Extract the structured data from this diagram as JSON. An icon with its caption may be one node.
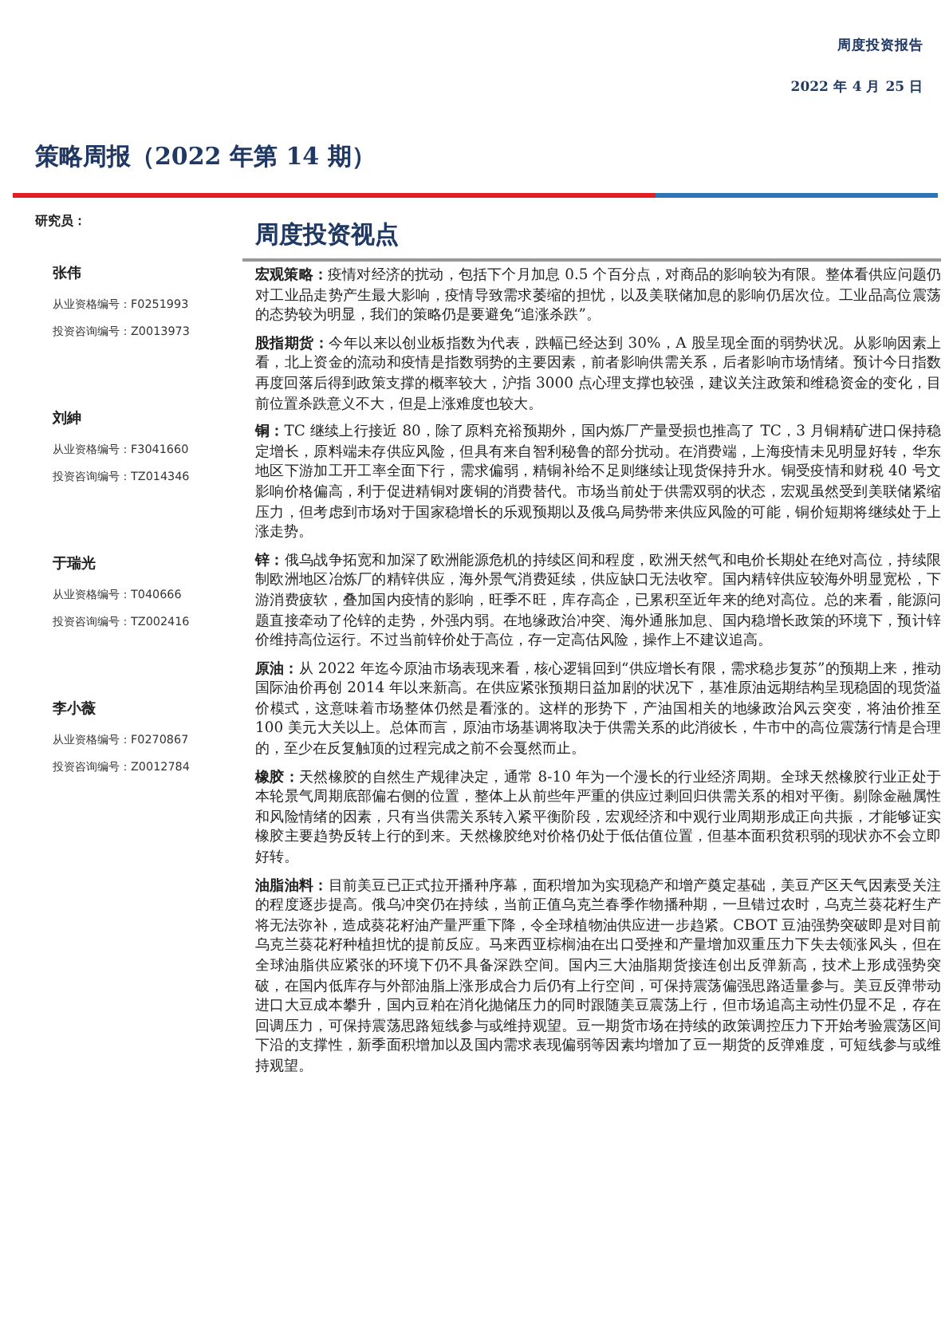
{
  "diagram": {
    "title": "策略周报（2022 年第 14 期）",
    "labels": [
      "周度投资报告",
      "2022 年 4 月 25 日",
      "研究员：",
      "周度投资视点",
      "张伟",
      "从业资格编号：F0251993",
      "投资咨询编号：Z0013973",
      "刘紳",
      "从业资格编号：F3041660",
      "投资咨询编号：TZ014346",
      "于瑞光",
      "从业资格编号：T040666",
      "投资咨询编号：TZ002416",
      "李小薇",
      "从业资格编号：F0270867",
      "投资咨询编号：Z0012784",
      "**宏观策略：**疫情对经济的扰动，包括下个月加息 0.5 个百分点，对商品的影响较为有限。整体看供应问题仍对工业品走势产生最大影响，疫情导致需求萎缩的担忧，以及美联储加息的影响仍居次位。工业品高位震荡的态势较为明显，我们的策略仍是要避免“追涨杀跌”。",
      "**股指期货：**今年以来以创业板指数为代表，跌幅已经达到 30%，A 股呈现全面的弱势状况。从影响因素上看，北上资金的流动和疫情是指数弱势的主要因素，前者影响供需关系，后者影响市场情绪。预计今日指数再度回落后得到政策支撑的概率较大，沪指 3000 点心理支撑也较强，建议关注政策和维稳资金的变化，目前位置杀跌意义不大，但是上涨难度也较大。",
      "**铜：**TC 继续上行接近 80，除了原料充裕预期外，国内炼厂产量受损也推高了 TC，3 月铜精矿进口保持稳定增长，原料端未存供应风险，但具有来自智利秘鲁的部分扰动。在消费端，上海疫情未见明显好转，华东地区下游加工开工率全面下行，需求偏弱，精铜补给不足则继续让现货保持升水。铜受疫情和财税 40 号文影响价格偏高，利于促进精铜对废铜的消费替代。市场当前处于供需双弱的状态，宏观虽然受到美联储紧缩压力，但考虑到市场对于国家稳增长的乐观预期以及俄乌局势带来供应风险的可能，铜价短期将继续处于上涨走势。",
      "**锌：**俄乌战争拓宽和加深了欧洲能源危机的持续区间和程度，欧洲天然气和电价长期处在绝对高位，持续限制欧洲地区冶炼厂的精锌供应，海外景气消费延续，供应缺口无法收窄。国内精锌供应较海外明显宽松，下游消费疲软，叠加国内疫情的影响，旺季不旺，库存高企，已累积至近年来的绝对高位。总的来看，能源问题直接牵动了伦锌的走势，外强内弱。在地缘政治冲突、海外通胀加息、国内稳增长政策的环境下，预计锌价维持高位运行。不过当前锌价处于高位，存一定高估风险，操作上不建议追高。",
      "**原油：**从 2022 年迄今原油市场表现来看，核心逻辑回到“供应增长有限，需求稳步复苏”的预期上来，推动国际油价再创 2014 年以来新高。在供应紧张预期日益加剧的状况下，基准原油远期结构呈现稳固的现货溢价模式，这意味着市场整体仍然是看涨的。这样的形势下，产油国相关的地缘政治风云突变，将油价推至 100 美元大关以上。总体而言，原油市场基调将取决于供需关系的此消彼长，牛市中的高位震荡行情是合理的，至少在反复触顶的过程完成之前不会戛然而止。",
      "**橡胶：**天然橡胶的自然生产规律决定，通常 8-10 年为一个漫长的行业经济周期。全球天然橡胶行业正处于本轮景气周期底部偏右侧的位置，整体上从前些年严重的供应过剩回归供需关系的相对平衡。剔除金融属性和风险情绪的因素，只有当供需关系转入紧平衡阶段，宏观经济和中观行业周期形成正向共振，才能够证实橡胶主要趋势反转上行的到来。天然橡胶绝对价格仍处于低估值位置，但基本面积贫积弱的现状亦不会立即好转。",
      "**油脂油料：**目前美豆已正式拉开播种序幕，面积增加为实现稳产和增产奠定基础，美豆产区天气因素受关注的程度逐步提高。俄乌冲突仍在持续，当前正值乌克兰春季作物播种期，一旦错过农时，乌克兰葵花籽生产将无法弥补，造成葵花籽油产量严重下降，令全球植物油供应进一步趋紧。CBOT 豆油强势突破即是对目前乌克兰葵花籽种植担忧的提前反应。马来西亚棕榈油在出口受挫和产量增加双重压力下失去领涨风头，但在全球油脂供应紧张的环境下仍不具备深跌空间。国内三大油脂期货接连创出反弹新高，技术上形成强势突破，在国内低库存与外部油脂上涨形成合力后仍有上行空间，可保持震荡偏强思路适量参与。美豆反弹带动进口大豆成本攀升，国内豆粕在消化抛储压力的同时跟随美豆震荡上行，但市场追高主动性仍显不足，存在回调压力，可保持震荡思路短线参与或维持观望。豆一期货市场在持续的政策调控压力下开始考验震荡区间下沿的支撑性，新季面积增加以及国内需求表现偏弱等因素均增加了豆一期货的反弹难度，可短线参与或维持观望。"
    ]
  }
}
